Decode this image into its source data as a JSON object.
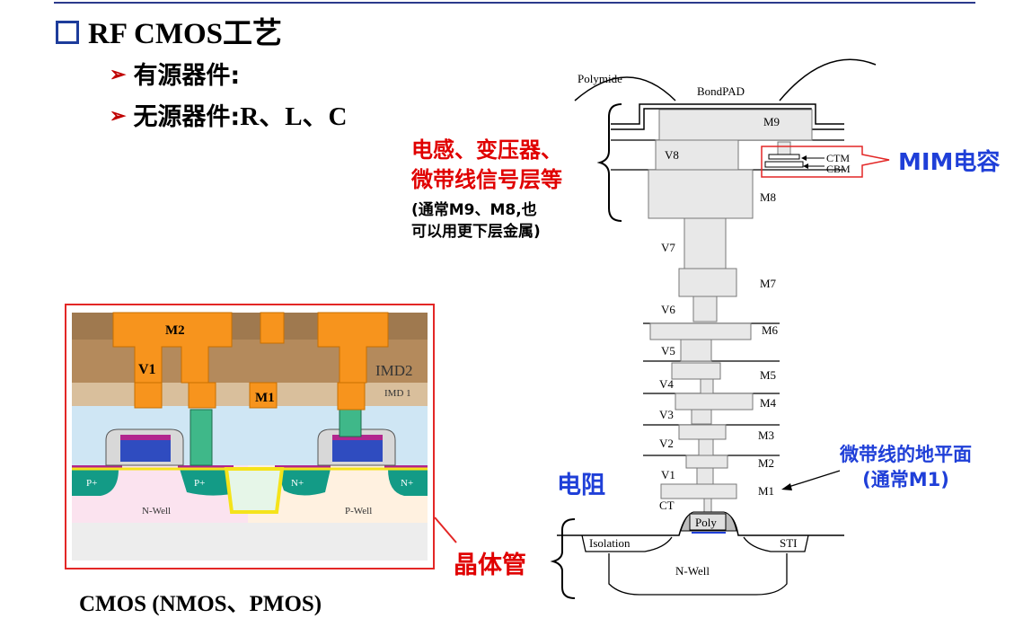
{
  "heading": {
    "title": "RF CMOS",
    "title_suffix": "工艺"
  },
  "bullets": [
    {
      "text": "有源器件:"
    },
    {
      "text_cn": "无源器件:",
      "text_en": "R、L、C"
    }
  ],
  "inductor_label": {
    "line1": "电感、变压器、",
    "line2": "微带线信号层等",
    "note1": "(通常M9、M8,也",
    "note2": "可以用更下层金属)"
  },
  "mim_label": "MIM电容",
  "resistor_label": "电阻",
  "transistor_label": "晶体管",
  "microstrip_ground": {
    "line1": "微带线的地平面",
    "line2": "(通常M1)"
  },
  "cmos_caption": "CMOS (NMOS、PMOS)",
  "stack": {
    "polymide": "Polymide",
    "bondpad": "BondPAD",
    "ctm": "CTM",
    "cbm": "CBM",
    "layers": [
      "M9",
      "V8",
      "M8",
      "V7",
      "M7",
      "V6",
      "M6",
      "V5",
      "M5",
      "V4",
      "M4",
      "V3",
      "M3",
      "V2",
      "M2",
      "V1",
      "M1",
      "CT"
    ],
    "poly": "Poly",
    "isolation": "Isolation",
    "sti": "STI",
    "nwell": "N-Well"
  },
  "cross_section": {
    "m2": "M2",
    "v1": "V1",
    "imd2": "IMD2",
    "imd1": "IMD 1",
    "m1": "M1",
    "pplus": "P+",
    "nplus": "N+",
    "nwell": "N-Well",
    "pwell": "P-Well"
  },
  "colors": {
    "accent_red": "#e00000",
    "accent_blue": "#1f3fd8",
    "metal_orange": "#f7941d",
    "box_red": "#e32726"
  }
}
